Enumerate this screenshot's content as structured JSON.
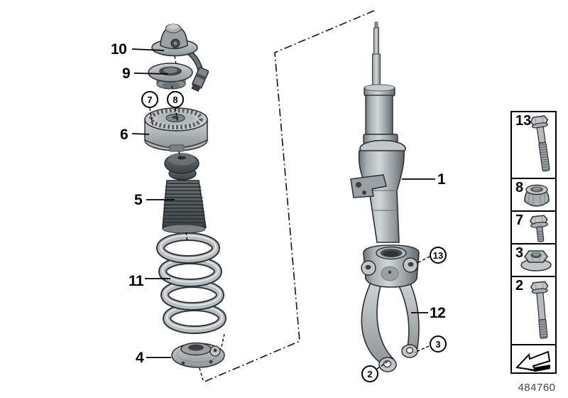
{
  "figure": {
    "doc_number": "484760",
    "plain_callouts": [
      {
        "label": "10"
      },
      {
        "label": "9"
      },
      {
        "label": "6"
      },
      {
        "label": "5"
      },
      {
        "label": "11"
      },
      {
        "label": "4"
      },
      {
        "label": "1"
      },
      {
        "label": "12"
      }
    ],
    "circled_callouts": [
      {
        "label": "7"
      },
      {
        "label": "8"
      },
      {
        "label": "13"
      },
      {
        "label": "3"
      },
      {
        "label": "2"
      }
    ],
    "palette": {
      "ink": "#000000",
      "background": "#ffffff",
      "metal_light": "#d2d6d7",
      "metal_mid": "#9aa0a3",
      "metal_dark": "#62686c",
      "rubber_dark": "#4a4e51"
    }
  },
  "sidebar": {
    "items": [
      {
        "label": "13",
        "icon": "hex-bolt-long-icon"
      },
      {
        "label": "8",
        "icon": "collar-nut-icon"
      },
      {
        "label": "7",
        "icon": "hex-bolt-short-icon"
      },
      {
        "label": "3",
        "icon": "flange-nut-icon"
      },
      {
        "label": "2",
        "icon": "hex-bolt-long-icon"
      }
    ],
    "footer_icon": "direction-of-travel-arrow-icon"
  }
}
